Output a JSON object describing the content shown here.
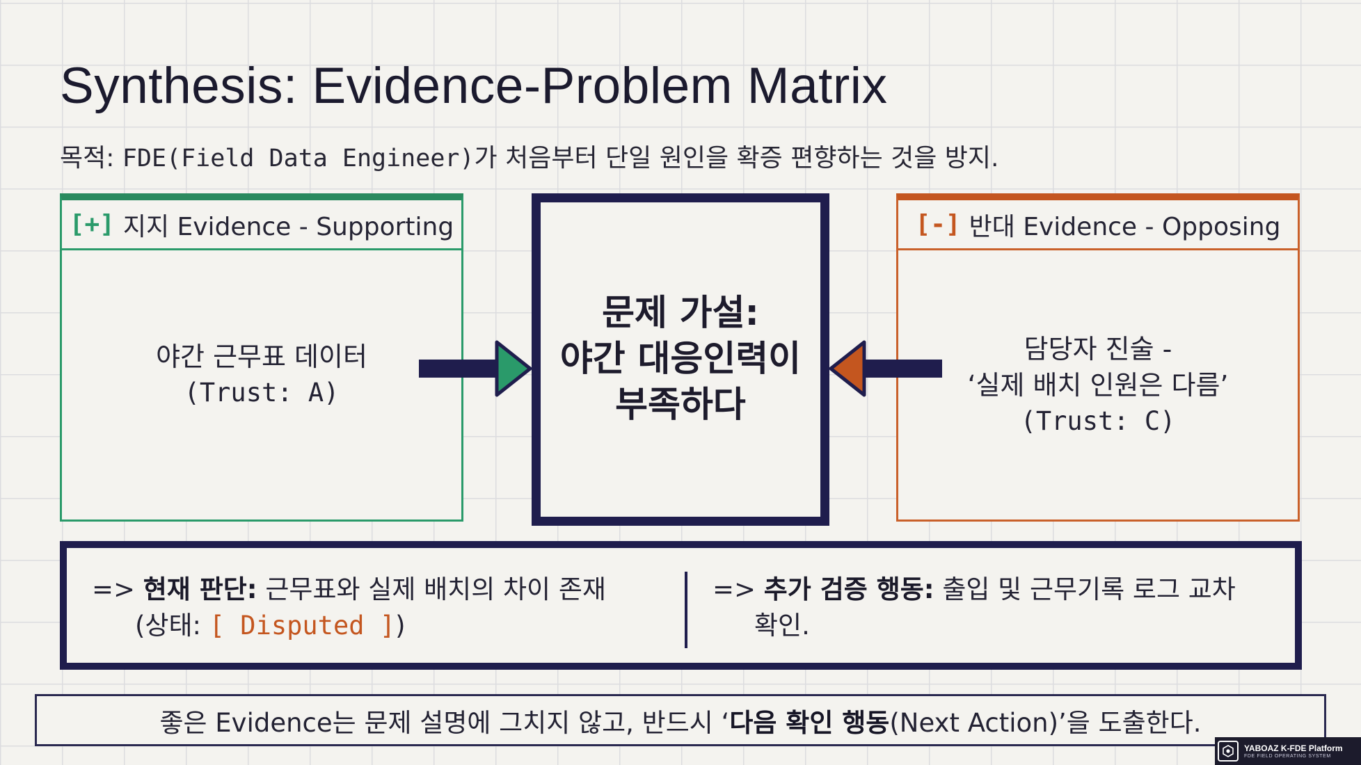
{
  "title": "Synthesis: Evidence-Problem Matrix",
  "purpose": {
    "label": "목적: ",
    "term": "FDE(Field Data Engineer)",
    "rest": "가 처음부터 단일 원인을 확증 편향하는 것을 방지."
  },
  "supporting": {
    "tag": "[+]",
    "header": "지지 Evidence - Supporting",
    "line1": "야간 근무표 데이터",
    "trust": "(Trust: A)"
  },
  "opposing": {
    "tag": "[-]",
    "header": "반대 Evidence - Opposing",
    "line1": "담당자 진술 -",
    "line2": "‘실제 배치 인원은 다름’",
    "trust": "(Trust: C)"
  },
  "hypothesis": {
    "line1": "문제 가설:",
    "line2": "야간 대응인력이",
    "line3": "부족하다"
  },
  "judgment": {
    "arrow": "=> ",
    "label": "현재 판단:",
    "text": " 근무표와 실제 배치의 차이 존재",
    "status_prefix": "(상태: ",
    "status": "[ Disputed ]",
    "status_suffix": ")"
  },
  "action": {
    "arrow": "=> ",
    "label": "추가 검증 행동:",
    "text": " 출입 및 근무기록 로그 교차",
    "text2": "확인."
  },
  "bottom": {
    "pre": "좋은 Evidence는 문제 설명에 그치지 않고, 반드시 ‘",
    "bold": "다음 확인 행동",
    "post": "(Next Action)’을 도출한다."
  },
  "badge": {
    "name": "YABOAZ K-FDE Platform",
    "sub": "FDE FIELD OPERATING SYSTEM"
  },
  "colors": {
    "navy": "#1f1d4d",
    "supporting_green": "#2a9a6a",
    "opposing_orange": "#c4561f"
  }
}
